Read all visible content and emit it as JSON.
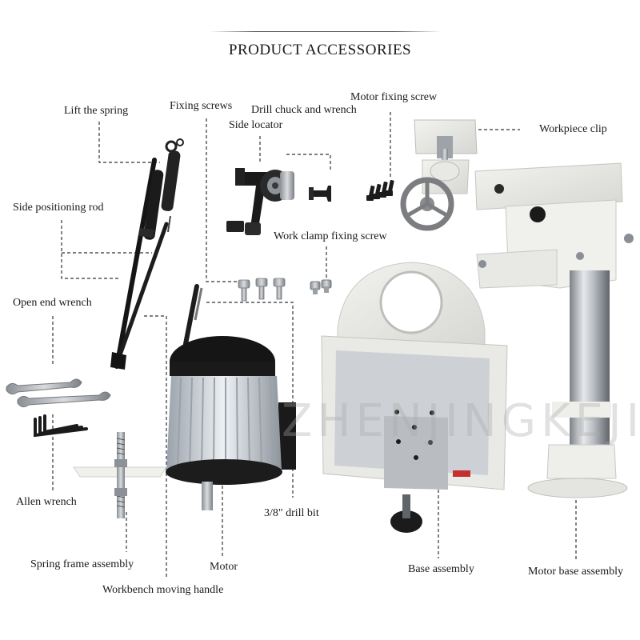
{
  "header": {
    "title": "PRODUCT ACCESSORIES"
  },
  "labels": {
    "lift_spring": "Lift the spring",
    "fixing_screws": "Fixing screws",
    "drill_chuck_wrench": "Drill chuck and wrench",
    "motor_fixing_screw": "Motor fixing screw",
    "side_locator": "Side locator",
    "workpiece_clip": "Workpiece clip",
    "side_positioning_rod": "Side positioning rod",
    "work_clamp_fixing_screw": "Work clamp fixing screw",
    "open_end_wrench": "Open end wrench",
    "allen_wrench": "Allen wrench",
    "drill_bit": "3/8\" drill bit",
    "spring_frame_assembly": "Spring frame assembly",
    "motor": "Motor",
    "base_assembly": "Base assembly",
    "motor_base_assembly": "Motor base assembly",
    "workbench_moving_handle": "Workbench moving handle"
  },
  "watermark": "ZHENJINGKEJI"
}
